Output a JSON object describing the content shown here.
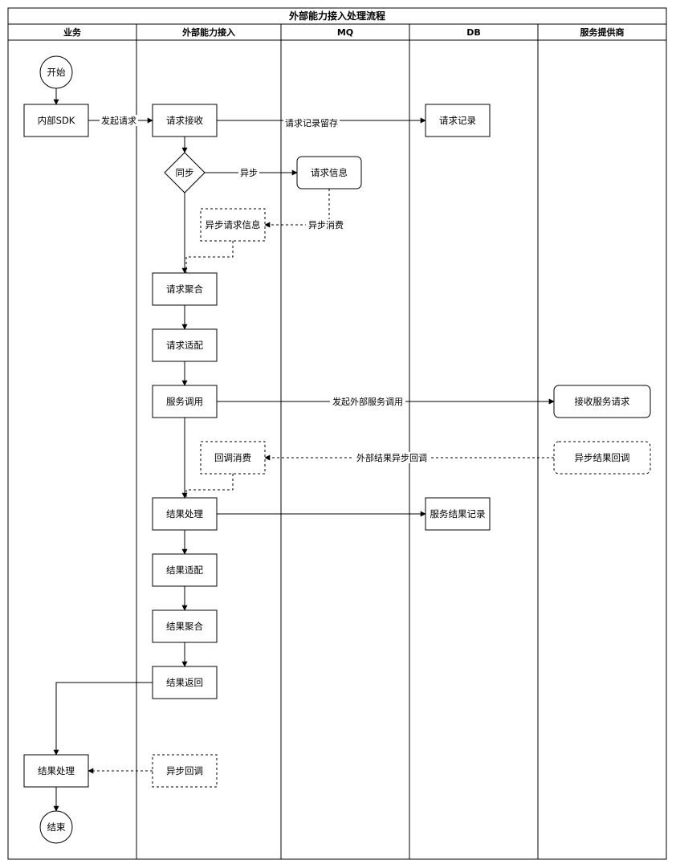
{
  "diagram": {
    "title": "外部能力接入处理流程",
    "lanes": [
      "业务",
      "外部能力接入",
      "MQ",
      "DB",
      "服务提供商"
    ]
  },
  "nodes": {
    "start": "开始",
    "sdk": "内部SDK",
    "receive": "请求接收",
    "sync_decision": "同步",
    "request_info": "请求信息",
    "request_record": "请求记录",
    "async_request_info": "异步请求信息",
    "aggregate": "请求聚合",
    "adapt": "请求适配",
    "service_call": "服务调用",
    "accept_service": "接收服务请求",
    "callback_consume": "回调消费",
    "async_result_callback": "异步结果回调",
    "result_process": "结果处理",
    "service_result_record": "服务结果记录",
    "result_adapt": "结果适配",
    "result_aggregate": "结果聚合",
    "result_return": "结果返回",
    "async_callback": "异步回调",
    "biz_result_process": "结果处理",
    "end": "结束"
  },
  "edges": {
    "initiate_request": "发起请求",
    "record_retention": "请求记录留存",
    "async": "异步",
    "async_consume": "异步消费",
    "initiate_external_call": "发起外部服务调用",
    "external_result_async_callback": "外部结果异步回调"
  }
}
